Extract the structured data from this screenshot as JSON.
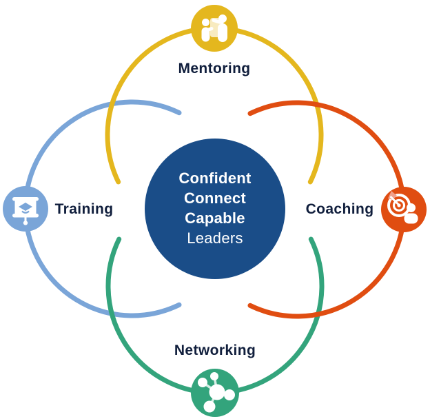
{
  "diagram": {
    "background": "#FFFFFF",
    "label_color": "#101E3C",
    "center": {
      "line1": "Confident",
      "line2": "Connect",
      "line3": "Capable",
      "line4": "Leaders",
      "circle_color": "#1A4D88",
      "text_color": "#FFFFFF"
    },
    "segments": {
      "mentoring": {
        "label": "Mentoring",
        "color": "#E4B71E",
        "icon": "people-meeting-icon"
      },
      "coaching": {
        "label": "Coaching",
        "color": "#E04D11",
        "icon": "target-with-person-icon"
      },
      "networking": {
        "label": "Networking",
        "color": "#33A47C",
        "icon": "network-nodes-icon"
      },
      "training": {
        "label": "Training",
        "color": "#7AA5D8",
        "icon": "presentation-screen-icon"
      }
    },
    "accents": {
      "dart_flight": "#F0A08C",
      "mentoring_board": "rgba(255,255,255,0.72)",
      "network_line": "rgba(255,255,255,0.8)",
      "glyph": "#FFFFFF"
    }
  }
}
